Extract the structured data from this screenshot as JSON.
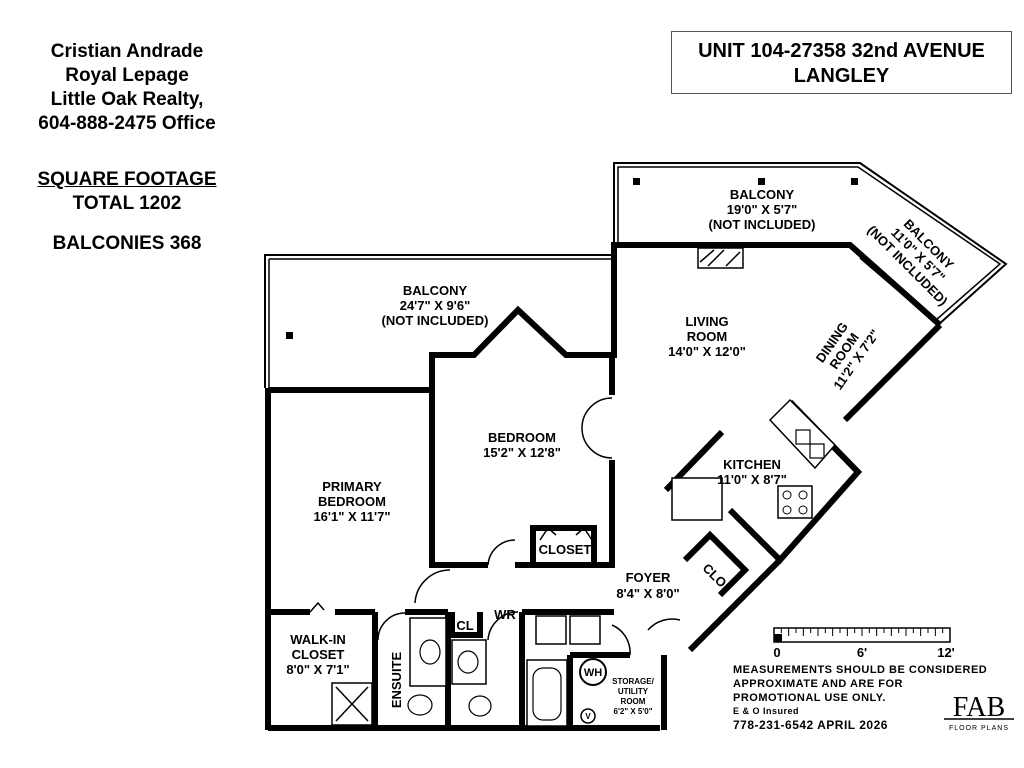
{
  "agent": {
    "name": "Cristian Andrade",
    "brokerage": "Royal Lepage",
    "office_name": "Little Oak Realty,",
    "phone": "604-888-2475 Office"
  },
  "square_footage": {
    "heading": "SQUARE FOOTAGE",
    "total": "TOTAL 1202",
    "balconies": "BALCONIES 368"
  },
  "address": {
    "line1": "UNIT 104-27358 32nd AVENUE",
    "line2": "LANGLEY"
  },
  "rooms": {
    "balcony_top": {
      "name": "BALCONY",
      "dims": "19'0\" X 5'7\"",
      "note": "(NOT INCLUDED)"
    },
    "balcony_right": {
      "name": "BALCONY",
      "dims": "11'0\" X 5'7\"",
      "note": "(NOT INCLUDED)"
    },
    "balcony_left": {
      "name": "BALCONY",
      "dims": "24'7\" X 9'6\"",
      "note": "(NOT INCLUDED)"
    },
    "living": {
      "name1": "LIVING",
      "name2": "ROOM",
      "dims": "14'0\" X 12'0\""
    },
    "dining": {
      "name1": "DINING",
      "name2": "ROOM",
      "dims": "11'2\" X 7'2\""
    },
    "bedroom": {
      "name": "BEDROOM",
      "dims": "15'2\" X 12'8\""
    },
    "primary": {
      "name1": "PRIMARY",
      "name2": "BEDROOM",
      "dims": "16'1\" X 11'7\""
    },
    "kitchen": {
      "name": "KITCHEN",
      "dims": "11'0\" X 8'7\""
    },
    "closet": {
      "name": "CLOSET"
    },
    "clo": {
      "name": "CLO"
    },
    "foyer": {
      "name": "FOYER",
      "dims": "8'4\" X 8'0\""
    },
    "walkin": {
      "name1": "WALK-IN",
      "name2": "CLOSET",
      "dims": "8'0\" X 7'1\""
    },
    "ensuite": {
      "name": "ENSUITE"
    },
    "cl": {
      "name": "CL"
    },
    "wr": {
      "name": "WR"
    },
    "wh": {
      "name": "WH"
    },
    "v": {
      "name": "V"
    },
    "storage": {
      "name1": "STORAGE/",
      "name2": "UTILITY",
      "name3": "ROOM",
      "dims": "6'2\" X 5'0\""
    }
  },
  "scale": {
    "labels": [
      "0",
      "6'",
      "12'"
    ]
  },
  "notes": {
    "line1": "MEASUREMENTS SHOULD BE CONSIDERED",
    "line2": "APPROXIMATE AND ARE FOR",
    "line3": "PROMOTIONAL USE ONLY.",
    "line4": "E & O Insured",
    "line5": "778-231-6542  APRIL 2026"
  },
  "logo": {
    "letters": "FAB",
    "tagline": "FLOOR PLANS"
  }
}
